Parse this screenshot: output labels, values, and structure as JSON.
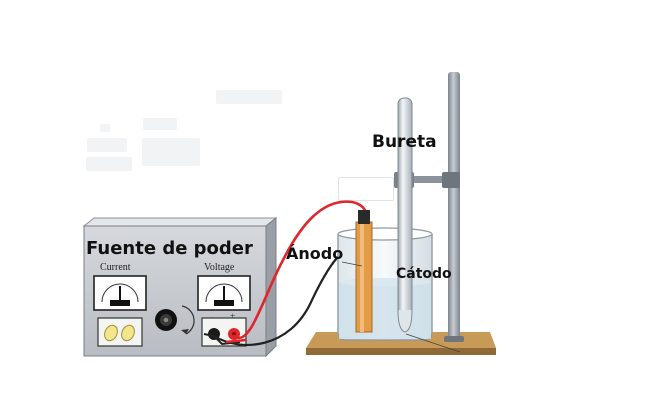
{
  "labels": {
    "power_supply": "Fuente de poder",
    "current": "Current",
    "voltage": "Voltage",
    "burette": "Bureta",
    "anode": "Ánodo",
    "cathode": "Cátodo",
    "minus": "–",
    "plus": "+"
  },
  "colors": {
    "box_face": "#c9ccd1",
    "box_top": "#e6e8eb",
    "box_side": "#9a9ea5",
    "stand_rod": "#9aa0a8",
    "base_wood": "#b88a4a",
    "wire_red": "#e0262c",
    "wire_black": "#222222",
    "anode_strip": "#e39b45",
    "water": "#cfe0ea",
    "glass": "#eef3f6"
  },
  "icons": {
    "current_meter": "ammeter-dial-icon",
    "voltage_meter": "voltmeter-dial-icon",
    "knob": "rotary-knob-icon",
    "terminals": "banana-terminal-icon"
  }
}
